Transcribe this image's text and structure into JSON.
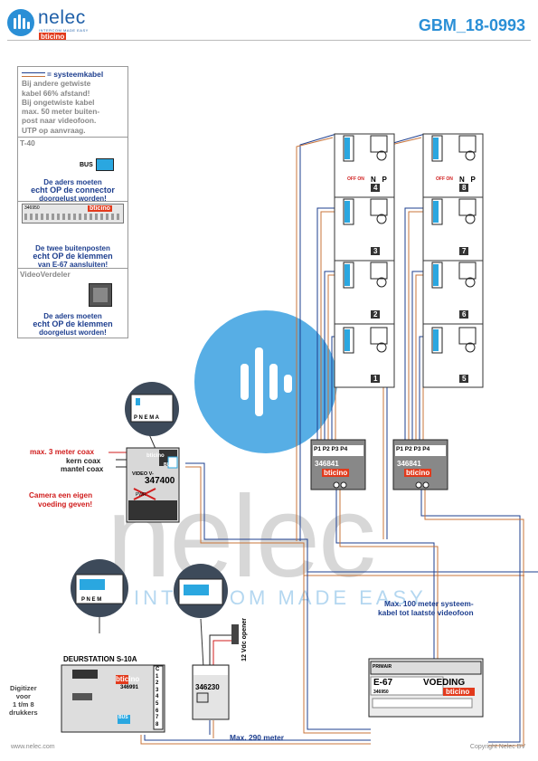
{
  "header": {
    "brand": "nelec",
    "tagline": "INTERCOM MADE EASY",
    "partner_logo": "bticino",
    "document_id": "GBM_18-0993"
  },
  "legend": {
    "line1": "= systeemkabel",
    "line2": "Bij andere getwiste",
    "line3": "kabel 66% afstand!",
    "line4": "Bij ongetwiste kabel",
    "line5": "max. 50 meter buiten-",
    "line6": "post naar videofoon.",
    "line7": "UTP op aanvraag."
  },
  "t40": {
    "title": "T-40",
    "bus": "BUS",
    "note1": "De aders moeten",
    "note2": "echt OP de connector",
    "note3": "doorgelust worden!"
  },
  "e67_box": {
    "part": "346950",
    "note1": "De twee buitenposten",
    "note2": "echt OP de klemmen",
    "note3": "van E-67 aansluiten!"
  },
  "videoverdeler": {
    "title": "VideoVerdeler",
    "note1": "De aders moeten",
    "note2": "echt OP de klemmen",
    "note3": "doorgelust worden!"
  },
  "interface": {
    "part": "347400",
    "max_coax": "max. 3 meter coax",
    "kern": "kern coax",
    "mantel": "mantel coax",
    "camera1": "Camera een eigen",
    "camera2": "voeding geven!"
  },
  "distributors": [
    {
      "part": "346841",
      "ports": [
        "P1",
        "P2",
        "P3",
        "P4"
      ]
    },
    {
      "part": "346841",
      "ports": [
        "P1",
        "P2",
        "P3",
        "P4"
      ]
    }
  ],
  "column_left": {
    "numbers": [
      "4",
      "3",
      "2",
      "1"
    ]
  },
  "column_right": {
    "numbers": [
      "8",
      "7",
      "6",
      "5"
    ]
  },
  "monitor_labels": {
    "off_on": "OFF ON",
    "n": "N",
    "p": "P"
  },
  "messages": {
    "max100_1": "Max. 100 meter systeem-",
    "max100_2": "kabel tot laatste videofoon",
    "max290": "Max. 290 meter",
    "opener": "12 Vdc opener"
  },
  "doorstation": {
    "title": "DEURSTATION S-10A",
    "part": "346991",
    "bus": "BUS",
    "terminals": [
      "C",
      "1",
      "2",
      "3",
      "4",
      "5",
      "6",
      "7",
      "8"
    ]
  },
  "digitizer": {
    "l1": "Digitizer",
    "l2": "voor",
    "l3": "1 t/m 8",
    "l4": "drukkers"
  },
  "relay": {
    "part": "346230"
  },
  "power": {
    "model": "E-67",
    "label": "VOEDING",
    "part": "346950",
    "primair": "PRIMAIR"
  },
  "footer": {
    "left": "www.nelec.com",
    "right": "Copyright Nelec BV"
  }
}
